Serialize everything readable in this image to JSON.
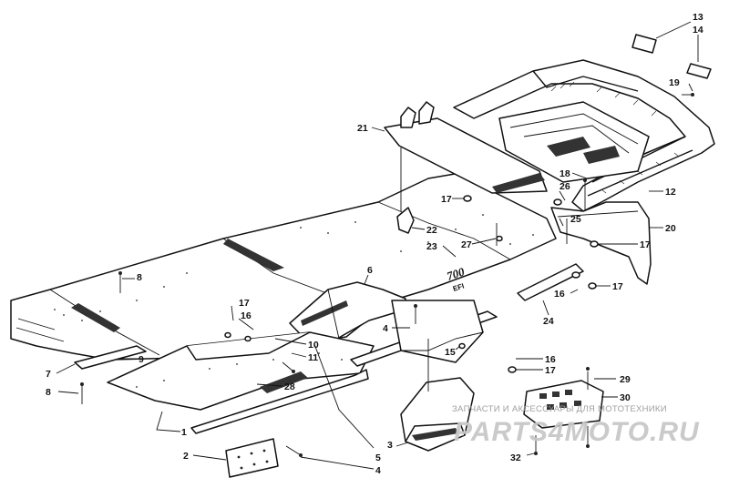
{
  "diagram": {
    "callouts": [
      {
        "id": "c1",
        "label": "1"
      },
      {
        "id": "c2",
        "label": "2"
      },
      {
        "id": "c3",
        "label": "3"
      },
      {
        "id": "c4a",
        "label": "4"
      },
      {
        "id": "c4b",
        "label": "4"
      },
      {
        "id": "c5",
        "label": "5"
      },
      {
        "id": "c6",
        "label": "6"
      },
      {
        "id": "c7",
        "label": "7"
      },
      {
        "id": "c8a",
        "label": "8"
      },
      {
        "id": "c8b",
        "label": "8"
      },
      {
        "id": "c9",
        "label": "9"
      },
      {
        "id": "c10",
        "label": "10"
      },
      {
        "id": "c11",
        "label": "11"
      },
      {
        "id": "c12",
        "label": "12"
      },
      {
        "id": "c13",
        "label": "13"
      },
      {
        "id": "c14",
        "label": "14"
      },
      {
        "id": "c15",
        "label": "15"
      },
      {
        "id": "c16a",
        "label": "16"
      },
      {
        "id": "c16b",
        "label": "16"
      },
      {
        "id": "c16c",
        "label": "16"
      },
      {
        "id": "c17a",
        "label": "17"
      },
      {
        "id": "c17b",
        "label": "17"
      },
      {
        "id": "c17c",
        "label": "17"
      },
      {
        "id": "c17d",
        "label": "17"
      },
      {
        "id": "c17e",
        "label": "17"
      },
      {
        "id": "c17f",
        "label": "17"
      },
      {
        "id": "c18",
        "label": "18"
      },
      {
        "id": "c19",
        "label": "19"
      },
      {
        "id": "c20",
        "label": "20"
      },
      {
        "id": "c21",
        "label": "21"
      },
      {
        "id": "c22",
        "label": "22"
      },
      {
        "id": "c23",
        "label": "23"
      },
      {
        "id": "c24",
        "label": "24"
      },
      {
        "id": "c25",
        "label": "25"
      },
      {
        "id": "c26",
        "label": "26"
      },
      {
        "id": "c27",
        "label": "27"
      },
      {
        "id": "c28",
        "label": "28"
      },
      {
        "id": "c29",
        "label": "29"
      },
      {
        "id": "c30",
        "label": "30"
      },
      {
        "id": "c32",
        "label": "32"
      }
    ],
    "emblem": {
      "main": "700",
      "sub": "EFI"
    }
  },
  "watermark": {
    "tagline": "ЗАПЧАСТИ И АКСЕССУАРЫ ДЛЯ МОТОТЕХНИКИ",
    "brand": "PARTS4MOTO.RU"
  }
}
